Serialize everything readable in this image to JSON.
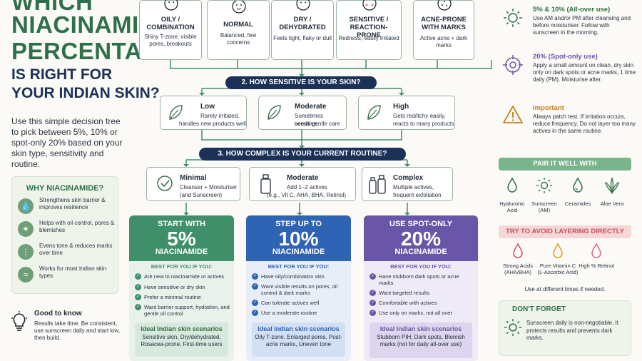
{
  "header": {
    "title_line1": "WHICH",
    "title_line2": "NIACINAMIDE",
    "title_line3": "PERCENTAGE",
    "title_line4": "IS RIGHT FOR",
    "title_line5": "YOUR INDIAN SKIN?",
    "intro": "Use this simple decision tree to pick between 5%, 10% or spot-only 20% based on your skin type, sensitivity and routine."
  },
  "why": {
    "title": "WHY NIACINAMIDE?",
    "items": [
      {
        "icon": "droplet-icon",
        "text": "Strengthens skin barrier & improves resilience"
      },
      {
        "icon": "sparkle-icon",
        "text": "Helps with oil control, pores & blemishes"
      },
      {
        "icon": "dots-icon",
        "text": "Evens tone & reduces marks over time"
      },
      {
        "icon": "waves-icon",
        "text": "Works for most Indian skin types"
      }
    ]
  },
  "good_to_know": {
    "icon": "lightbulb-icon",
    "title": "Good to know",
    "text": "Results take time. Be consistent, use sunscreen daily and start low, then build."
  },
  "skin_types": [
    {
      "icon": "oily-face-icon",
      "name1": "OILY /",
      "name2": "COMBINATION",
      "desc": "Shiny T-zone, visible pores, breakouts"
    },
    {
      "icon": "normal-face-icon",
      "name1": "NORMAL",
      "name2": "",
      "desc": "Balanced, few concerns"
    },
    {
      "icon": "dry-face-icon",
      "name1": "DRY /",
      "name2": "DEHYDRATED",
      "desc": "Feels tight, flaky or dull"
    },
    {
      "icon": "sensitive-face-icon",
      "name1": "SENSITIVE /",
      "name2": "REACTION-PRONE",
      "desc": "Redness, easily irritated"
    },
    {
      "icon": "acne-face-icon",
      "name1": "ACNE-PRONE",
      "name2": "WITH MARKS",
      "desc": "Active acne + dark marks"
    }
  ],
  "step2": {
    "title": "2. HOW SENSITIVE IS YOUR SKIN?",
    "options": [
      {
        "icon": "leaf-icon",
        "name": "Low",
        "desc1": "Rarely irritated,",
        "desc2": "handles new products well"
      },
      {
        "icon": "leaf-icon",
        "name": "Moderate",
        "desc1": "Sometimes sensitive,",
        "desc2": "needs gentle care"
      },
      {
        "icon": "leaf-icon",
        "name": "High",
        "desc1": "Gets red/itchy easily,",
        "desc2": "reacts to many products"
      }
    ]
  },
  "step3": {
    "title": "3. HOW COMPLEX IS YOUR CURRENT ROUTINE?",
    "options": [
      {
        "icon": "check-circle-icon",
        "name": "Minimal",
        "desc1": "Cleanser + Moisturiser",
        "desc2": "(and Sunscreen)"
      },
      {
        "icon": "bottle-icon",
        "name": "Moderate",
        "desc1": "Add 1–2 actives",
        "desc2": "(e.g., Vit C, AHA, BHA, Retinol)"
      },
      {
        "icon": "bottles-icon",
        "name": "Complex",
        "desc1": "Multiple actives,",
        "desc2": "frequent exfoliation"
      }
    ]
  },
  "results": [
    {
      "label_top": "START WITH",
      "percent": "5%",
      "label_bottom": "NIACINAMIDE",
      "best": "BEST FOR YOU IF YOU:",
      "color": "#3f8f6a",
      "light": "#e8f1ea",
      "items": [
        "Are new to niacinamide or actives",
        "Have sensitive or dry skin",
        "Prefer a minimal routine",
        "Want barrier support, hydration, and gentle oil control"
      ],
      "scen_title": "Ideal Indian skin scenarios",
      "scen_text": "Sensitive skin, Dry/dehydrated, Rosacea-prone, First-time users"
    },
    {
      "label_top": "STEP UP TO",
      "percent": "10%",
      "label_bottom": "NIACINAMIDE",
      "best": "BEST FOR YOU IF YOU:",
      "color": "#2f63b4",
      "light": "#e7eef8",
      "items": [
        "Have oily/combination skin",
        "Want visible results on pores, oil control & dark marks",
        "Can tolerate actives well",
        "Use a moderate routine"
      ],
      "scen_title": "Ideal Indian skin scenarios",
      "scen_text": "Oily T-zone, Enlarged pores, Post-acne marks, Uneven tone"
    },
    {
      "label_top": "USE SPOT-ONLY",
      "percent": "20%",
      "label_bottom": "NIACINAMIDE",
      "best": "BEST FOR YOU IF YOU:",
      "color": "#6a56a8",
      "light": "#eeeaf6",
      "items": [
        "Have stubborn dark spots or acne marks",
        "Want targeted results",
        "Comfortable with actives",
        "Use only on marks, not all over"
      ],
      "scen_title": "Ideal Indian skin scenarios",
      "scen_text": "Stubborn PIH, Dark spots, Blemish marks (not for daily all-over use)"
    }
  ],
  "usage": [
    {
      "icon": "sun-icon",
      "title": "5% & 10% (All-over use)",
      "text": "Use AM and/or PM after cleansing and before moisturiser. Follow with sunscreen in the morning.",
      "color": "#2f6f4a"
    },
    {
      "icon": "target-icon",
      "title": "20% (Spot-only use)",
      "text": "Apply a small amount on clean, dry skin only on dark spots or acne marks, 1 time daily (PM). Moisturise after.",
      "color": "#6a56a8"
    },
    {
      "icon": "warning-icon",
      "title": "Important",
      "text": "Always patch test. If irritation occurs, reduce frequency. Do not layer too many actives in the same routine.",
      "color": "#c9821c"
    }
  ],
  "pair": {
    "title": "PAIR IT WELL WITH",
    "items": [
      {
        "icon": "droplet-icon",
        "label": "Hyaluronic Acid"
      },
      {
        "icon": "sun-icon",
        "label": "Sunscreen (AM)"
      },
      {
        "icon": "ceramide-icon",
        "label": "Ceramides"
      },
      {
        "icon": "aloe-icon",
        "label": "Aloe Vera"
      }
    ]
  },
  "avoid": {
    "title": "TRY TO AVOID LAYERING DIRECTLY",
    "items": [
      {
        "icon": "red-drop-icon",
        "label": "Strong Acids (AHA/BHA)"
      },
      {
        "icon": "yellow-drop-icon",
        "label": "Pure Vitamin C (L-Ascorbic Acid)"
      },
      {
        "icon": "pink-drop-icon",
        "label": "High % Retinol"
      }
    ],
    "note": "Use at different times if needed."
  },
  "forget": {
    "title": "DON'T FORGET",
    "icon": "sun-icon",
    "text": "Sunscreen daily is non-negotiable. It protects results and prevents dark marks."
  }
}
